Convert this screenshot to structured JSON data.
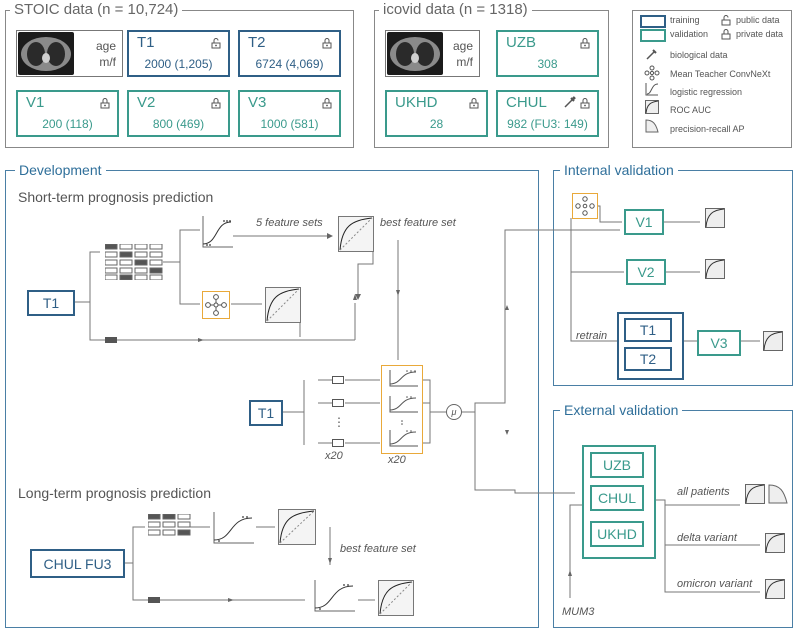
{
  "datasets": {
    "stoic": {
      "title": "STOIC data (n = 10,724)",
      "age_label": "age",
      "sex_label": "m/f",
      "boxes": [
        {
          "name": "T1",
          "value": "2000 (1,205)",
          "access": "public"
        },
        {
          "name": "T2",
          "value": "6724 (4,069)",
          "access": "private"
        },
        {
          "name": "V1",
          "value": "200 (118)",
          "access": "private"
        },
        {
          "name": "V2",
          "value": "800 (469)",
          "access": "private"
        },
        {
          "name": "V3",
          "value": "1000 (581)",
          "access": "private"
        }
      ]
    },
    "icovid": {
      "title": "icovid data (n = 1318)",
      "age_label": "age",
      "sex_label": "m/f",
      "boxes": [
        {
          "name": "UZB",
          "value": "308",
          "access": "private"
        },
        {
          "name": "UKHD",
          "value": "28",
          "access": "private"
        },
        {
          "name": "CHUL",
          "value": "982 (FU3: 149)",
          "access": "private",
          "biological": true
        }
      ]
    }
  },
  "legend": {
    "training": "training",
    "validation": "validation",
    "public": "public data",
    "private": "private data",
    "biological": "biological data",
    "mean_teacher": "Mean Teacher ConvNeXt",
    "logreg": "logistic regression",
    "roc": "ROC AUC",
    "pr": "precision-recall AP"
  },
  "development": {
    "title": "Development",
    "short_term": "Short-term prognosis prediction",
    "long_term": "Long-term prognosis prediction",
    "five_feature_sets": "5 feature sets",
    "best_feature_set": "best feature set",
    "best_feature_set_lt": "best feature set",
    "x20_a": "x20",
    "x20_b": "x20",
    "dots": "⋮",
    "mu": "μ",
    "t1_a": "T1",
    "t1_b": "T1",
    "chul_fu3": "CHUL FU3"
  },
  "internal": {
    "title": "Internal validation",
    "v1": "V1",
    "v2": "V2",
    "v3": "V3",
    "t1": "T1",
    "t2": "T2",
    "retrain": "retrain"
  },
  "external": {
    "title": "External validation",
    "uzb": "UZB",
    "chul": "CHUL",
    "ukhd": "UKHD",
    "all_patients": "all patients",
    "delta": "delta variant",
    "omicron": "omicron variant",
    "mum3": "MUM3"
  },
  "colors": {
    "training": "#2f5f86",
    "validation": "#3a9a8c",
    "section": "#4a7fa5",
    "model": "#e9a93a"
  }
}
